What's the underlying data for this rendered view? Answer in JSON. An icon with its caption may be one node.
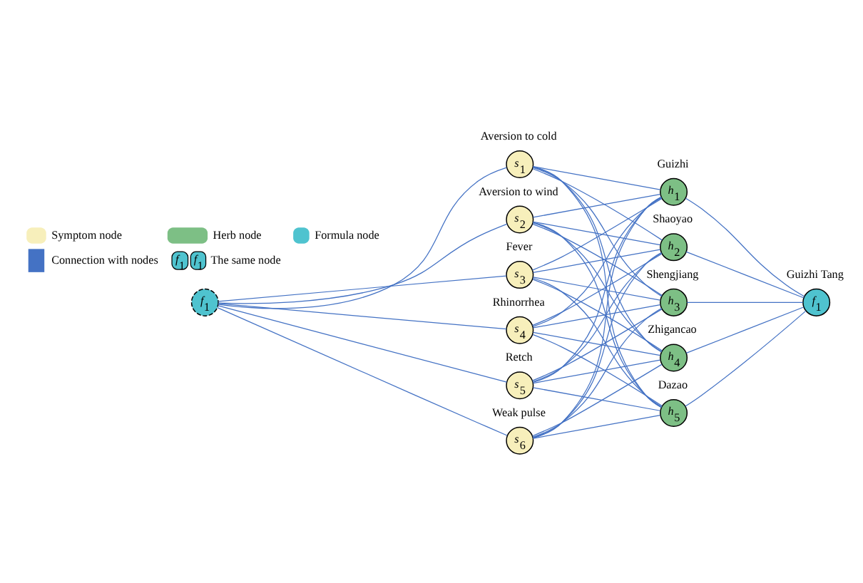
{
  "diagram": {
    "nodes": [
      {
        "text": [
          "f$_{1}$"
        ]
      },
      {
        "text": [
          "s$_{1}$"
        ],
        "beside": [
          "Aversion to cold"
        ]
      },
      {
        "text": [
          "s$_{2}$"
        ],
        "beside": [
          "Aversion to wind"
        ]
      },
      {
        "text": [
          "s$_{3}$"
        ],
        "beside": [
          "Fever"
        ]
      },
      {
        "text": [
          "s$_{4}$"
        ],
        "beside": [
          "Rhinorrhea"
        ]
      },
      {
        "text": [
          "s$_{5}$"
        ],
        "beside": [
          "Retch"
        ]
      },
      {
        "text": [
          "s$_{6}$"
        ],
        "beside": [
          "Weak pulse"
        ]
      },
      {
        "text": [
          "h$_{1}$"
        ],
        "beside": [
          "Guizhi"
        ]
      },
      {
        "text": [
          "h$_{2}$"
        ],
        "beside": [
          "Shaoyao"
        ]
      },
      {
        "text": [
          "h$_{3}$"
        ],
        "beside": [
          "Shengjiang"
        ]
      },
      {
        "text": [
          "h$_{4}$"
        ],
        "beside": [
          "Zhigancao"
        ]
      },
      {
        "text": [
          "h$_{5}$"
        ],
        "beside": [
          "Dazao"
        ]
      },
      {
        "text": [
          "f$_{1}$"
        ],
        "beside": [
          "Guizhi Tang"
        ]
      }
    ],
    "edges": [
      {
        "from": 0,
        "to": 1,
        "arrow": "none"
      },
      {
        "from": 0,
        "to": 2,
        "arrow": "none"
      },
      {
        "from": 0,
        "to": 3,
        "arrow": "none"
      },
      {
        "from": 0,
        "to": 4,
        "arrow": "none"
      },
      {
        "from": 0,
        "to": 5,
        "arrow": "none"
      },
      {
        "from": 0,
        "to": 6,
        "arrow": "none"
      },
      {
        "from": 1,
        "to": 7,
        "arrow": "none"
      },
      {
        "from": 1,
        "to": 8,
        "arrow": "none"
      },
      {
        "from": 1,
        "to": 9,
        "arrow": "none"
      },
      {
        "from": 1,
        "to": 10,
        "arrow": "none"
      },
      {
        "from": 1,
        "to": 11,
        "arrow": "none"
      },
      {
        "from": 2,
        "to": 7,
        "arrow": "none"
      },
      {
        "from": 2,
        "to": 8,
        "arrow": "none"
      },
      {
        "from": 2,
        "to": 9,
        "arrow": "none"
      },
      {
        "from": 2,
        "to": 10,
        "arrow": "none"
      },
      {
        "from": 2,
        "to": 11,
        "arrow": "none"
      },
      {
        "from": 3,
        "to": 7,
        "arrow": "none"
      },
      {
        "from": 3,
        "to": 8,
        "arrow": "none"
      },
      {
        "from": 3,
        "to": 9,
        "arrow": "none"
      },
      {
        "from": 3,
        "to": 10,
        "arrow": "none"
      },
      {
        "from": 3,
        "to": 11,
        "arrow": "none"
      },
      {
        "from": 4,
        "to": 7,
        "arrow": "none"
      },
      {
        "from": 4,
        "to": 8,
        "arrow": "none"
      },
      {
        "from": 4,
        "to": 9,
        "arrow": "none"
      },
      {
        "from": 4,
        "to": 10,
        "arrow": "none"
      },
      {
        "from": 4,
        "to": 11,
        "arrow": "none"
      },
      {
        "from": 5,
        "to": 7,
        "arrow": "none"
      },
      {
        "from": 5,
        "to": 8,
        "arrow": "none"
      },
      {
        "from": 5,
        "to": 9,
        "arrow": "none"
      },
      {
        "from": 5,
        "to": 10,
        "arrow": "none"
      },
      {
        "from": 5,
        "to": 11,
        "arrow": "none"
      },
      {
        "from": 6,
        "to": 7,
        "arrow": "none"
      },
      {
        "from": 6,
        "to": 8,
        "arrow": "none"
      },
      {
        "from": 6,
        "to": 9,
        "arrow": "none"
      },
      {
        "from": 6,
        "to": 10,
        "arrow": "none"
      },
      {
        "from": 6,
        "to": 11,
        "arrow": "none"
      },
      {
        "from": 7,
        "to": 12,
        "arrow": "none"
      },
      {
        "from": 8,
        "to": 12,
        "arrow": "none"
      },
      {
        "from": 9,
        "to": 12,
        "arrow": "none"
      },
      {
        "from": 10,
        "to": 12,
        "arrow": "none"
      },
      {
        "from": 11,
        "to": 12,
        "arrow": "none"
      }
    ],
    "labels": [
      "f$_{1}$",
      "f$_{1}$"
    ],
    "legend": [
      {
        "text": "Symptom node",
        "color": "#f7efbb"
      },
      {
        "text": "Herb node",
        "color": "#7dbf85"
      },
      {
        "text": "Formula node",
        "color": "#4fc3cf"
      },
      {
        "text": "Connection with nodes"
      },
      {
        "text": "The same node"
      }
    ]
  }
}
